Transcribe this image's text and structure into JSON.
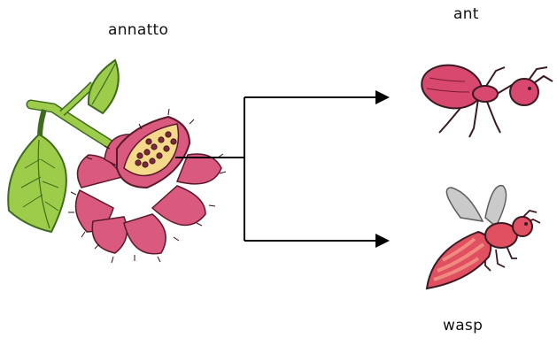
{
  "organisms": {
    "source": {
      "label": "annatto",
      "icon": "annatto-plant-icon"
    },
    "targets": [
      {
        "label": "ant",
        "icon": "ant-icon"
      },
      {
        "label": "wasp",
        "icon": "wasp-icon"
      }
    ]
  },
  "colors": {
    "leaf": "#9ccc4a",
    "leaf_outline": "#3f6b1e",
    "pod": "#d95a7e",
    "pod_dark": "#b83a60",
    "seed_bg": "#f5d98a",
    "seed": "#7a2a3a",
    "ant": "#d8486f",
    "wasp_body": "#e05060",
    "wasp_stripe": "#f08a80",
    "wing": "#c8c8c8",
    "arrow": "#000000"
  }
}
